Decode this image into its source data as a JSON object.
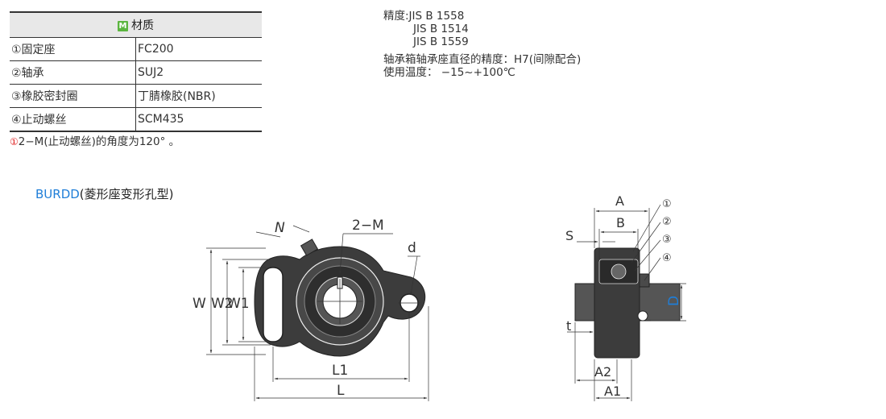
{
  "material": {
    "badge": "M",
    "title": "材质",
    "rows": [
      {
        "part": "①固定座",
        "material": "FC200"
      },
      {
        "part": "②轴承",
        "material": "SUJ2"
      },
      {
        "part": "③橡胶密封圈",
        "material": "丁腈橡胶(NBR)"
      },
      {
        "part": "④止动螺丝",
        "material": "SCM435"
      }
    ]
  },
  "note": {
    "icon": "!",
    "text": "2−M(止动螺丝)的角度为120°  。"
  },
  "spec": {
    "line1": "精度:JIS  B  1558",
    "line2": "JIS  B  1514",
    "line3": "JIS  B  1559",
    "line4": "轴承箱轴承座直径的精度：H7(间隙配合)",
    "line5": "使用温度：  −15~+100℃"
  },
  "product": {
    "code": "BURDD",
    "name": "(菱形座变形孔型)"
  },
  "labels": {
    "W": "W",
    "W2": "W2",
    "W1": "W1",
    "N": "N",
    "M": "2−M",
    "d": "d",
    "L1": "L1",
    "L": "L",
    "A": "A",
    "B": "B",
    "S": "S",
    "t": "t",
    "D": "D",
    "A2": "A2",
    "A1": "A1",
    "c1": "①",
    "c2": "②",
    "c3": "③",
    "c4": "④"
  },
  "colors": {
    "accent_blue": "#1f7ed8",
    "badge_green": "#5bb53f",
    "warn_red": "#e02020",
    "part_dark": "#3a3a3a"
  }
}
